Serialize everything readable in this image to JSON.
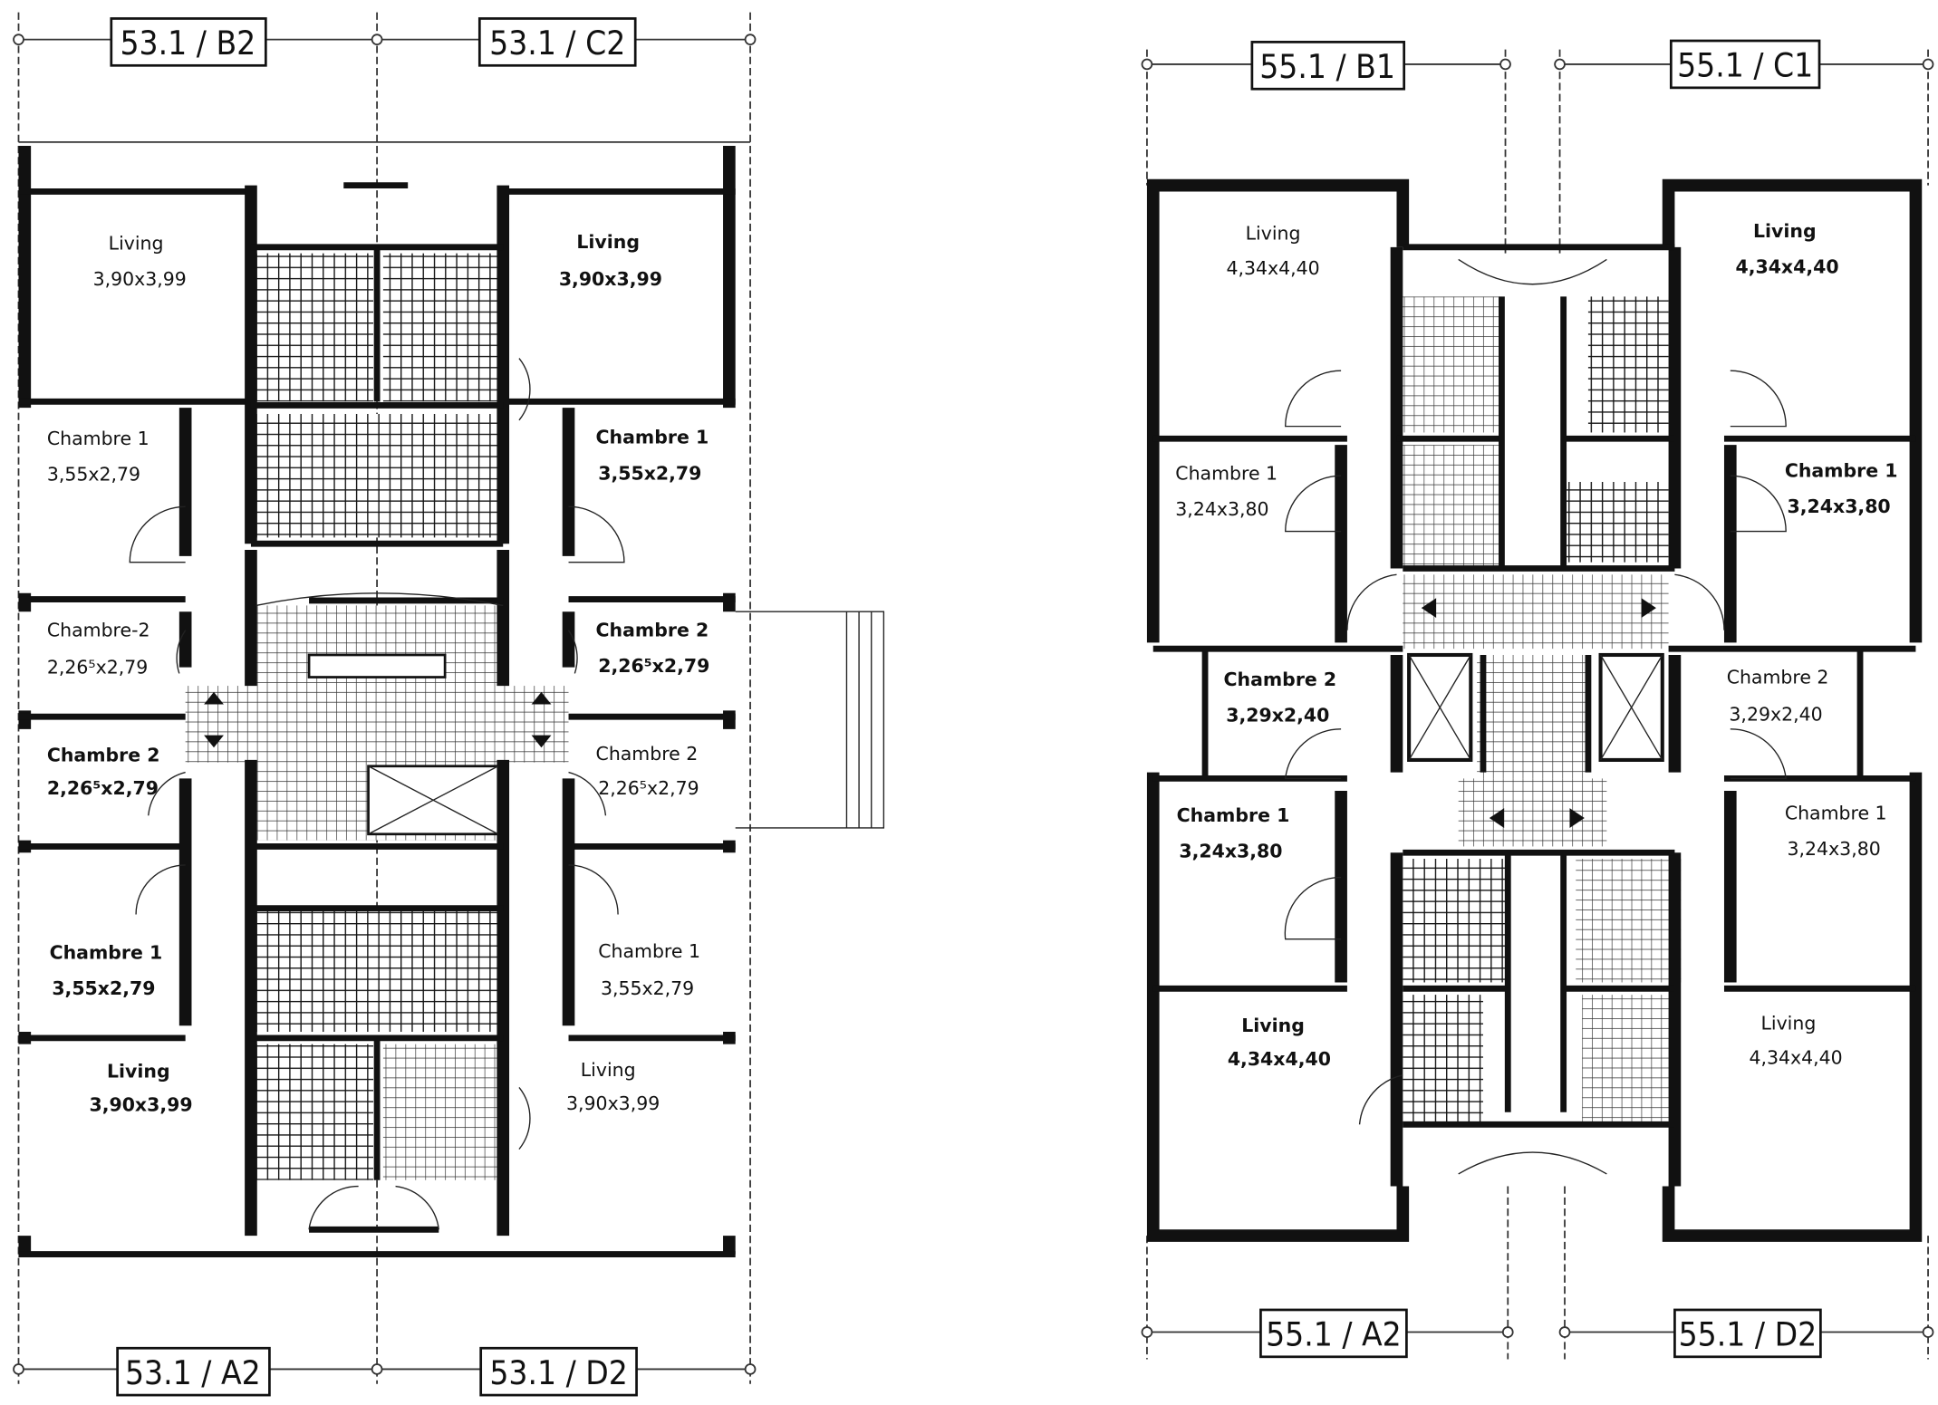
{
  "left_plan": {
    "tags": {
      "top_left": "53.1 / B2",
      "top_right": "53.1 / C2",
      "bottom_left": "53.1 / A2",
      "bottom_right": "53.1 / D2"
    },
    "rooms": [
      {
        "name": "Living",
        "dims": "3,90x3,99"
      },
      {
        "name": "Living",
        "dims": "3,90x3,99"
      },
      {
        "name": "Chambre 1",
        "dims": "3,55x2,79"
      },
      {
        "name": "Chambre 1",
        "dims": "3,55x2,79"
      },
      {
        "name": "Chambre-2",
        "dims": "2,26⁵x2,79"
      },
      {
        "name": "Chambre 2",
        "dims": "2,26⁵x2,79"
      },
      {
        "name": "Chambre 2",
        "dims": "2,26⁵x2,79"
      },
      {
        "name": "Chambre 2",
        "dims": "2,26⁵x2,79"
      },
      {
        "name": "Chambre 1",
        "dims": "3,55x2,79"
      },
      {
        "name": "Chambre 1",
        "dims": "3,55x2,79"
      },
      {
        "name": "Living",
        "dims": "3,90x3,99"
      },
      {
        "name": "Living",
        "dims": "3,90x3,99"
      }
    ]
  },
  "right_plan": {
    "tags": {
      "top_left": "55.1 / B1",
      "top_right": "55.1 / C1",
      "bottom_left": "55.1 / A2",
      "bottom_right": "55.1 / D2"
    },
    "rooms": [
      {
        "name": "Living",
        "dims": "4,34x4,40"
      },
      {
        "name": "Living",
        "dims": "4,34x4,40"
      },
      {
        "name": "Chambre 1",
        "dims": "3,24x3,80"
      },
      {
        "name": "Chambre 1",
        "dims": "3,24x3,80"
      },
      {
        "name": "Chambre 2",
        "dims": "3,29x2,40"
      },
      {
        "name": "Chambre 2",
        "dims": "3,29x2,40"
      },
      {
        "name": "Chambre 1",
        "dims": "3,24x3,80"
      },
      {
        "name": "Chambre 1",
        "dims": "3,24x3,80"
      },
      {
        "name": "Living",
        "dims": "4,34x4,40"
      },
      {
        "name": "Living",
        "dims": "4,34x4,40"
      }
    ]
  }
}
